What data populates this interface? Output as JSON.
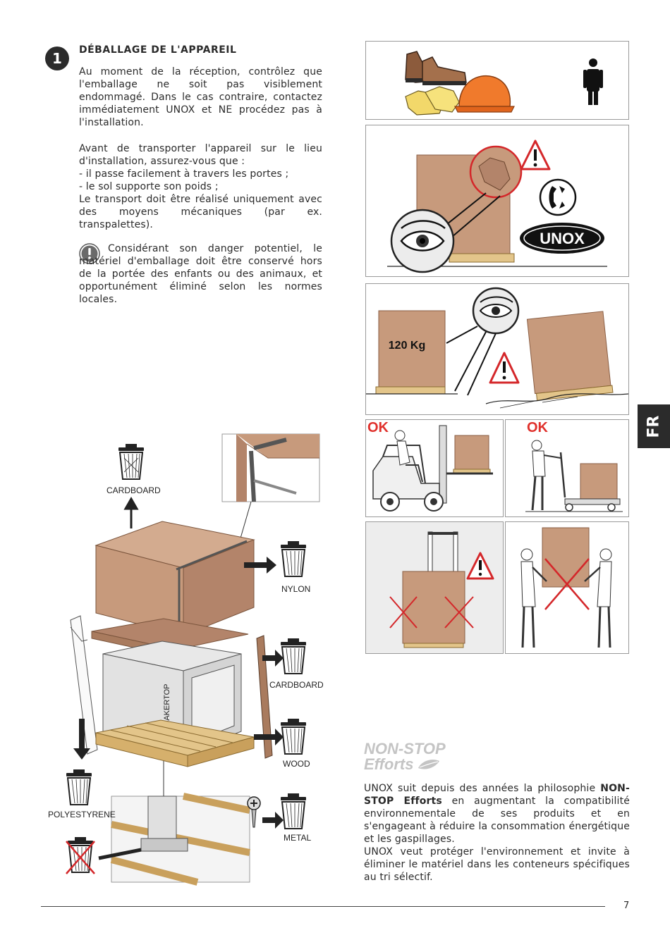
{
  "section": {
    "step": "1",
    "title": "DÉBALLAGE DE L'APPAREIL",
    "p1": "Au moment de la réception, contrôlez que l'emballage ne soit pas visiblement endommagé. Dans le cas contraire, contactez immédiatement UNOX et NE procédez pas à l'installation.",
    "p2_intro": "Avant de transporter l'appareil sur le lieu d'installation, assurez-vous que :",
    "p2_item1": "- il passe facilement à travers les portes ;",
    "p2_item2": "- le sol supporte son poids ;",
    "p2_end": "Le transport doit être réalisé uniquement avec des moyens mécaniques (par ex. transpalettes).",
    "warning": "Considérant son danger potentiel, le matériel d'emballage doit être conservé hors de la portée des enfants ou des animaux, et opportunément éliminé selon les normes locales."
  },
  "side_tab": "FR",
  "weight_label": "120 Kg",
  "brand_logo": "UNOX",
  "ok_left": "OK",
  "ok_right": "OK",
  "oven_brand": "BAKERTOP",
  "bins": {
    "cardboard_top": "CARDBOARD",
    "nylon": "NYLON",
    "cardboard_mid": "CARDBOARD",
    "wood": "WOOD",
    "polystyrene": "POLYESTYRENE",
    "metal": "METAL"
  },
  "nonstop": {
    "logo_line1": "NON-STOP",
    "logo_line2": "Efforts",
    "text_a": "UNOX suit depuis des années la philosophie ",
    "text_bold": "NON-STOP Efforts",
    "text_b": " en augmentant la compatibilité environnementale de ses produits et en s'engageant à réduire la consommation énergétique et les gaspillages.",
    "text_c": "UNOX veut protéger l'environnement et invite à éliminer le matériel dans les conteneurs spécifiques au tri sélectif."
  },
  "page_number": "7",
  "colors": {
    "box": "#c79a7c",
    "box_dark": "#a97b5e",
    "pallet": "#e3c58a",
    "warning_red": "#e0312c",
    "tab_bg": "#2b2b2b"
  },
  "icons": [
    "step-number-icon",
    "warning-exclamation-icon",
    "safety-boots-icon",
    "hard-hat-icon",
    "gloves-icon",
    "person-icon",
    "phone-icon",
    "eye-icon",
    "warning-triangle-icon",
    "forklift-icon",
    "pallet-truck-icon",
    "trash-bin-icon",
    "arrow-icon",
    "screw-icon",
    "leaf-icon"
  ]
}
